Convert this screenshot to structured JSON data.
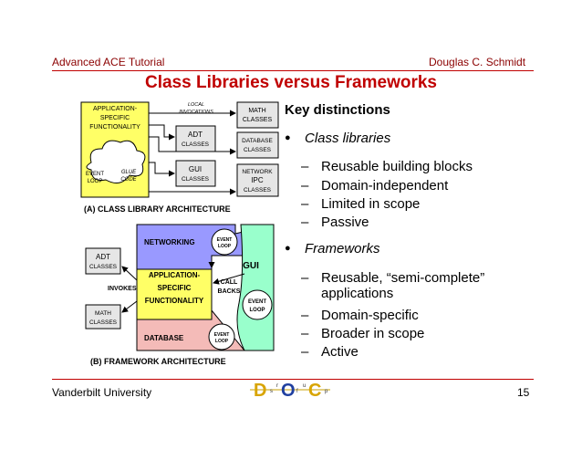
{
  "header": {
    "left": "Advanced ACE Tutorial",
    "right": "Douglas C. Schmidt"
  },
  "title": "Class Libraries versus Frameworks",
  "diagram_a": {
    "app_label": [
      "APPLICATION-",
      "SPECIFIC",
      "FUNCTIONALITY"
    ],
    "event_loop": [
      "EVENT",
      "LOOP"
    ],
    "glue_code": [
      "GLUE",
      "CODE"
    ],
    "local_invocations": [
      "LOCAL",
      "INVOCATIONS"
    ],
    "math": [
      "MATH",
      "CLASSES"
    ],
    "adt": [
      "ADT",
      "CLASSES"
    ],
    "database": [
      "DATABASE",
      "CLASSES"
    ],
    "gui": [
      "GUI",
      "CLASSES"
    ],
    "network": [
      "NETWORK",
      "IPC",
      "CLASSES"
    ],
    "caption": "(A) CLASS LIBRARY ARCHITECTURE"
  },
  "diagram_b": {
    "networking": "NETWORKING",
    "event_loop_top": [
      "EVENT",
      "LOOP"
    ],
    "gui": "GUI",
    "event_loop_gui": [
      "EVENT",
      "LOOP"
    ],
    "adt": [
      "ADT",
      "CLASSES"
    ],
    "invokes": "INVOKES",
    "app_label": [
      "APPLICATION-",
      "SPECIFIC",
      "FUNCTIONALITY"
    ],
    "callbacks": [
      "CALL",
      "BACKS"
    ],
    "math": [
      "MATH",
      "CLASSES"
    ],
    "database": "DATABASE",
    "event_loop_bottom": [
      "EVENT",
      "LOOP"
    ],
    "caption": "(B) FRAMEWORK ARCHITECTURE"
  },
  "distinctions": {
    "title": "Key distinctions",
    "class_libraries": {
      "label": "Class libraries",
      "items": [
        "Reusable building blocks",
        "Domain-independent",
        "Limited in scope",
        "Passive"
      ]
    },
    "frameworks": {
      "label": "Frameworks",
      "items_line1": "Reusable, “semi-complete”",
      "items_line1_cont": "applications",
      "items": [
        "Domain-specific",
        "Broader in scope",
        "Active"
      ]
    }
  },
  "footer": {
    "left": "Vanderbilt University",
    "page": "15",
    "logo_letters": [
      "D",
      "O",
      "C"
    ],
    "logo_small": [
      "s",
      "r",
      "f",
      "u",
      "p"
    ]
  },
  "colors": {
    "accent_red": "#c00000",
    "header_text": "#8b0000",
    "app_yellow": "#ffff66",
    "networking_purple": "#9999ff",
    "gui_green": "#99ffcc",
    "database_pink": "#f4bbb8",
    "box_gray": "#e6e6e6",
    "logo_gold": "#d8a400"
  }
}
